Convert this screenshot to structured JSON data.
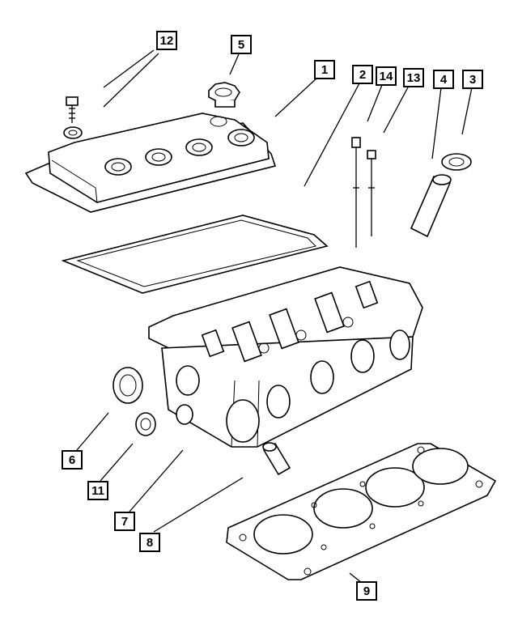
{
  "diagram": {
    "callouts": [
      {
        "id": "c12",
        "label": "12"
      },
      {
        "id": "c5",
        "label": "5"
      },
      {
        "id": "c1",
        "label": "1"
      },
      {
        "id": "c2",
        "label": "2"
      },
      {
        "id": "c14",
        "label": "14"
      },
      {
        "id": "c13",
        "label": "13"
      },
      {
        "id": "c4",
        "label": "4"
      },
      {
        "id": "c3",
        "label": "3"
      },
      {
        "id": "c6",
        "label": "6"
      },
      {
        "id": "c11",
        "label": "11"
      },
      {
        "id": "c7",
        "label": "7"
      },
      {
        "id": "c8",
        "label": "8"
      },
      {
        "id": "c9",
        "label": "9"
      }
    ]
  }
}
